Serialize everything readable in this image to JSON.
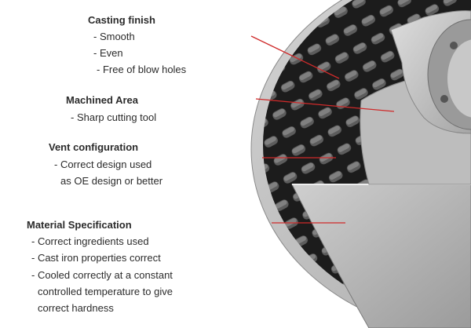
{
  "sections": {
    "casting": {
      "heading": "Casting finish",
      "items": [
        "- Smooth",
        "- Even",
        "- Free of blow holes"
      ]
    },
    "machined": {
      "heading": "Machined Area",
      "items": [
        "- Sharp cutting tool"
      ]
    },
    "vent": {
      "heading": "Vent configuration",
      "items": [
        "- Correct design used",
        "as OE design or better"
      ]
    },
    "material": {
      "heading": "Material Specification",
      "items": [
        "- Correct ingredients used",
        "- Cast iron properties correct",
        "- Cooled correctly at a constant",
        "controlled temperature to give",
        "correct hardness"
      ]
    }
  },
  "colors": {
    "leader": "#cf2a2a",
    "vent_dark": "#1c1c1c",
    "metal_light": "#c9c9c9",
    "metal_mid": "#a9a9a9",
    "metal_dark": "#7e7e7e"
  }
}
